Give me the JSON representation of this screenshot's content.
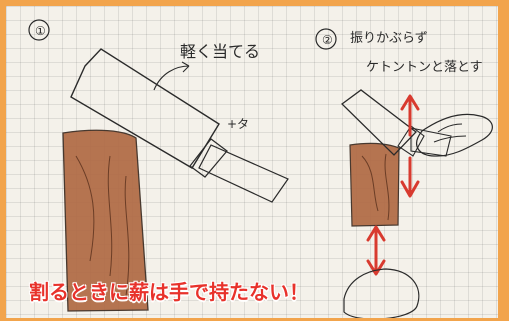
{
  "image": {
    "panel_1": {
      "step_number": "①",
      "label_light_touch": "軽く当てる",
      "label_edge": "+タ"
    },
    "panel_2": {
      "step_number": "②",
      "label_swing": "振りかぶらず",
      "label_drop": "ケトントンと落とす"
    },
    "caption": "割るときに薪は手で持たない！"
  },
  "colors": {
    "frame": "#f2a44c",
    "paper": "#f4f1ea",
    "caption": "#e8322b",
    "arrow": "#d83a2f",
    "wood": "#b06a44"
  }
}
